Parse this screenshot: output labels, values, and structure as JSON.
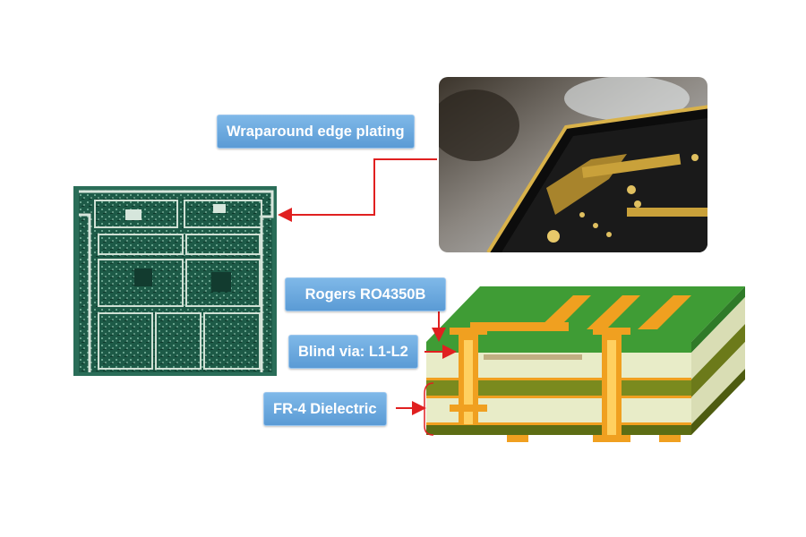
{
  "labels": {
    "edge_plating": "Wraparound edge plating",
    "rogers": "Rogers RO4350B",
    "blind_via": "Blind via: L1-L2",
    "fr4": "FR-4 Dielectric"
  },
  "colors": {
    "callout": "#5b9bd5",
    "arrow": "#e02020",
    "pcb_green": "#1f5a45",
    "copper": "#f0a020",
    "solder_mask": "#3f9c35",
    "dielectric": "#e8ecc8"
  }
}
